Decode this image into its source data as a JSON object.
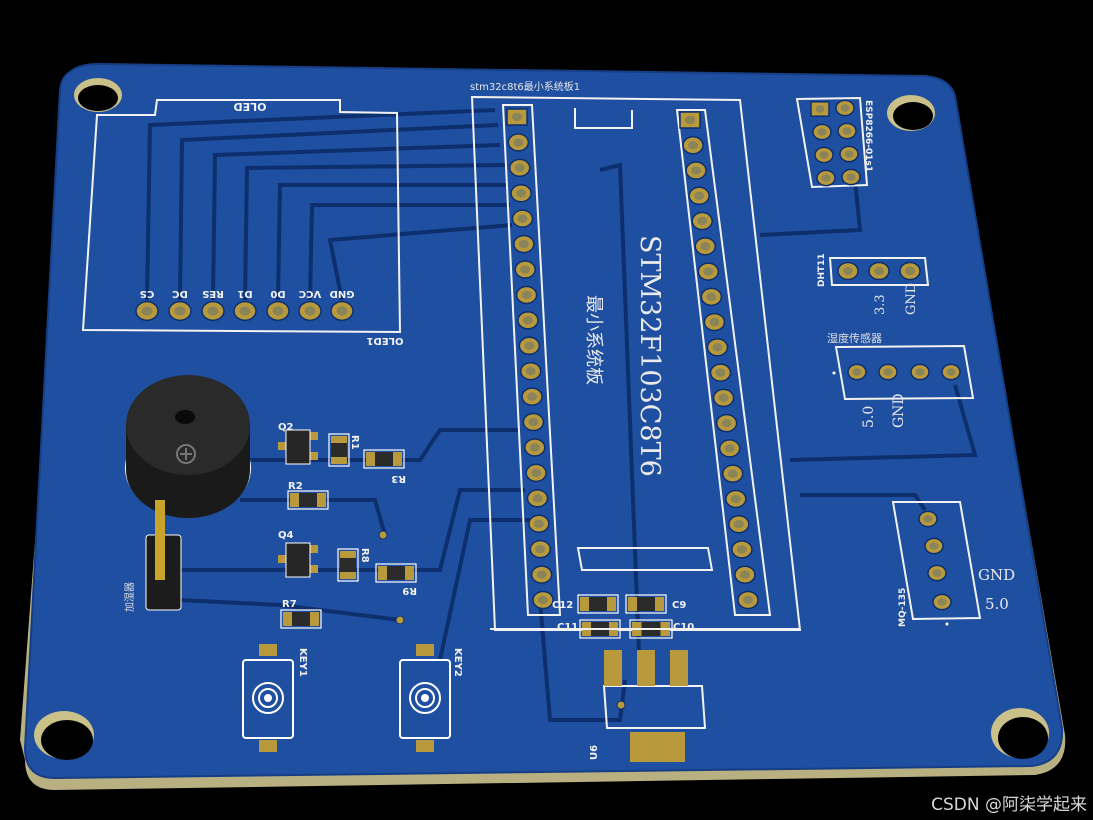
{
  "board": {
    "oled_title": "OLED",
    "oled_ref": "OLED1",
    "oled_pins": [
      "CS",
      "DC",
      "RES",
      "D1",
      "D0",
      "VCC",
      "GND"
    ],
    "mcu_header_title": "stm32c8t6最小系统板1",
    "mcu_name": "STM32F103C8T6",
    "mcu_cn": "最小系统板",
    "esp_label": "ESP8266-01s1",
    "dht_label": "DHT11",
    "dht_pins": [
      "3.3",
      "GND"
    ],
    "humidity_label": "湿度传感器",
    "humidity_pins": [
      "5.0",
      "GND"
    ],
    "mq_label": "MQ-135",
    "mq_pins": [
      "GND",
      "5.0"
    ],
    "humidifier_label": "加湿器",
    "parts": {
      "q2": "Q2",
      "r1": "R1",
      "r3": "R3",
      "r2": "R2",
      "q4": "Q4",
      "r8": "R8",
      "r9": "R9",
      "r7": "R7",
      "key1": "KEY1",
      "key2": "KEY2",
      "c12": "C12",
      "c9": "C9",
      "c11": "C11",
      "c10": "C10",
      "u6": "U6"
    }
  },
  "watermark": "CSDN @阿柒学起来",
  "colors": {
    "board": "#1f4fa0",
    "pad": "#b89a3c",
    "silk": "#f2f2f2",
    "edge": "#b8b080"
  }
}
